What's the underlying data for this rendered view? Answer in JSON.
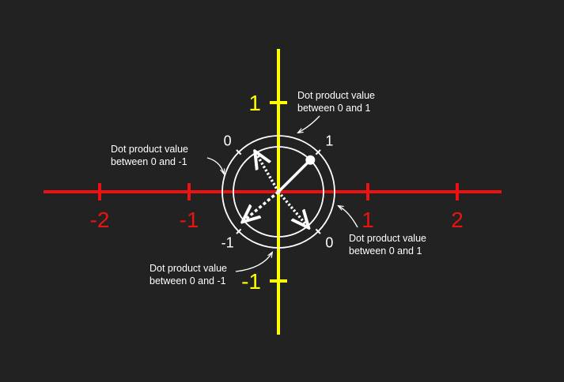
{
  "colors": {
    "background": "#222222",
    "x_axis": "#ee1111",
    "y_axis": "#ffff00",
    "circles": "#ffffff",
    "vectors": "#ffffff",
    "text": "#ffffff"
  },
  "x_axis": {
    "ticks": [
      {
        "value": -2,
        "label": "-2"
      },
      {
        "value": -1,
        "label": "-1"
      },
      {
        "value": 1,
        "label": "1"
      },
      {
        "value": 2,
        "label": "2"
      }
    ]
  },
  "y_axis": {
    "ticks": [
      {
        "value": 1,
        "label": "1"
      },
      {
        "value": -1,
        "label": "-1"
      }
    ]
  },
  "dot_markers": [
    {
      "label": "0",
      "angle_deg": 135
    },
    {
      "label": "1",
      "angle_deg": 45
    },
    {
      "label": "-1",
      "angle_deg": 225
    },
    {
      "label": "0",
      "angle_deg": 315
    }
  ],
  "annotations": [
    {
      "line1": "Dot product value",
      "line2": "between 0 and 1"
    },
    {
      "line1": "Dot product value",
      "line2": "between 0 and -1"
    },
    {
      "line1": "Dot product value",
      "line2": "between 0 and 1"
    },
    {
      "line1": "Dot product value",
      "line2": "between 0 and -1"
    }
  ],
  "vectors": [
    {
      "name": "reference-vector",
      "angle_deg": 45,
      "style": "solid"
    },
    {
      "name": "vector-upper-left",
      "angle_deg": 120,
      "style": "dotted"
    },
    {
      "name": "vector-lower-left",
      "angle_deg": 220,
      "style": "dashed"
    },
    {
      "name": "vector-lower-right",
      "angle_deg": 310,
      "style": "dotted"
    }
  ]
}
